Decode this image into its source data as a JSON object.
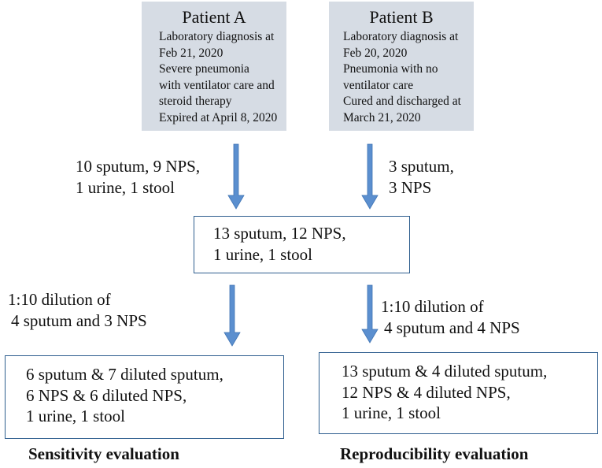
{
  "patient_a": {
    "title": "Patient A",
    "lines": [
      "Laboratory diagnosis at",
      "Feb 21, 2020",
      "Severe pneumonia",
      "with ventilator care and",
      "steroid therapy",
      "Expired at April 8, 2020"
    ]
  },
  "patient_b": {
    "title": "Patient B",
    "lines": [
      "Laboratory diagnosis at",
      "Feb 20, 2020",
      "Pneumonia with no",
      "ventilator care",
      "Cured and discharged at",
      "March 21, 2020"
    ]
  },
  "edge_a": [
    "10 sputum, 9 NPS,",
    "1 urine, 1 stool"
  ],
  "edge_b": [
    "3 sputum,",
    "3 NPS"
  ],
  "combined": [
    "13 sputum, 12 NPS,",
    "1 urine, 1 stool"
  ],
  "dilution_left": [
    "1:10 dilution of",
    "4 sputum and 3 NPS"
  ],
  "dilution_right": [
    "1:10 dilution of",
    "4 sputum and 4 NPS"
  ],
  "sensitivity_box": [
    "6 sputum & 7 diluted sputum,",
    "6 NPS & 6 diluted NPS,",
    "1 urine, 1 stool"
  ],
  "reproducibility_box": [
    "13 sputum & 4 diluted sputum,",
    "12 NPS & 4 diluted NPS,",
    "1 urine, 1 stool"
  ],
  "captions": {
    "sensitivity": "Sensitivity evaluation",
    "reproducibility": "Reproducibility evaluation"
  },
  "colors": {
    "patient_fill": "#d6dce4",
    "box_border": "#2e5e8e",
    "arrow": "#5b8fcf"
  }
}
